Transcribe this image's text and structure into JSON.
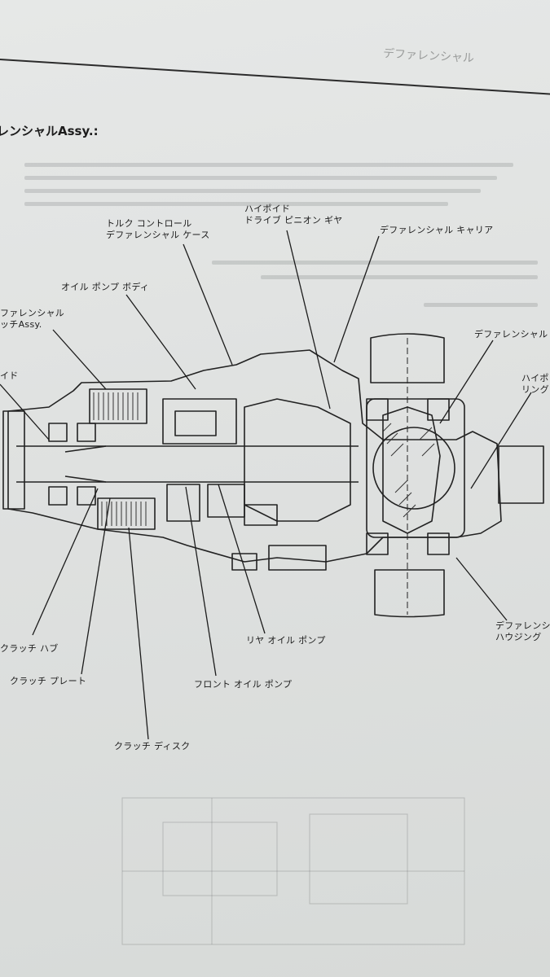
{
  "page": {
    "header_title": "デファレンシャル",
    "section_heading": "レンシャルAssy.:"
  },
  "labels": {
    "torque_control_case_1": "トルク コントロール",
    "torque_control_case_2": "デファレンシャル ケース",
    "hypoid_pinion_1": "ハイポイド",
    "hypoid_pinion_2": "ドライブ ピニオン ギヤ",
    "diff_carrier": "デファレンシャル キャリア",
    "oil_pump_body": "オイル ポンプ ボディ",
    "diff_clutch_assy_1": "ファレンシャル",
    "diff_clutch_assy_2": "ッチAssy.",
    "left_cut": "イド",
    "diff_right_top": "デファレンシャル",
    "hypoid_ring_1": "ハイポ",
    "hypoid_ring_2": "リング",
    "clutch_hub": "クラッチ ハブ",
    "clutch_plate": "クラッチ プレート",
    "rear_oil_pump": "リヤ オイル ポンプ",
    "front_oil_pump": "フロント オイル ポンプ",
    "clutch_disc": "クラッチ ディスク",
    "diff_housing_1": "デファレンシ",
    "diff_housing_2": "ハウジング"
  }
}
